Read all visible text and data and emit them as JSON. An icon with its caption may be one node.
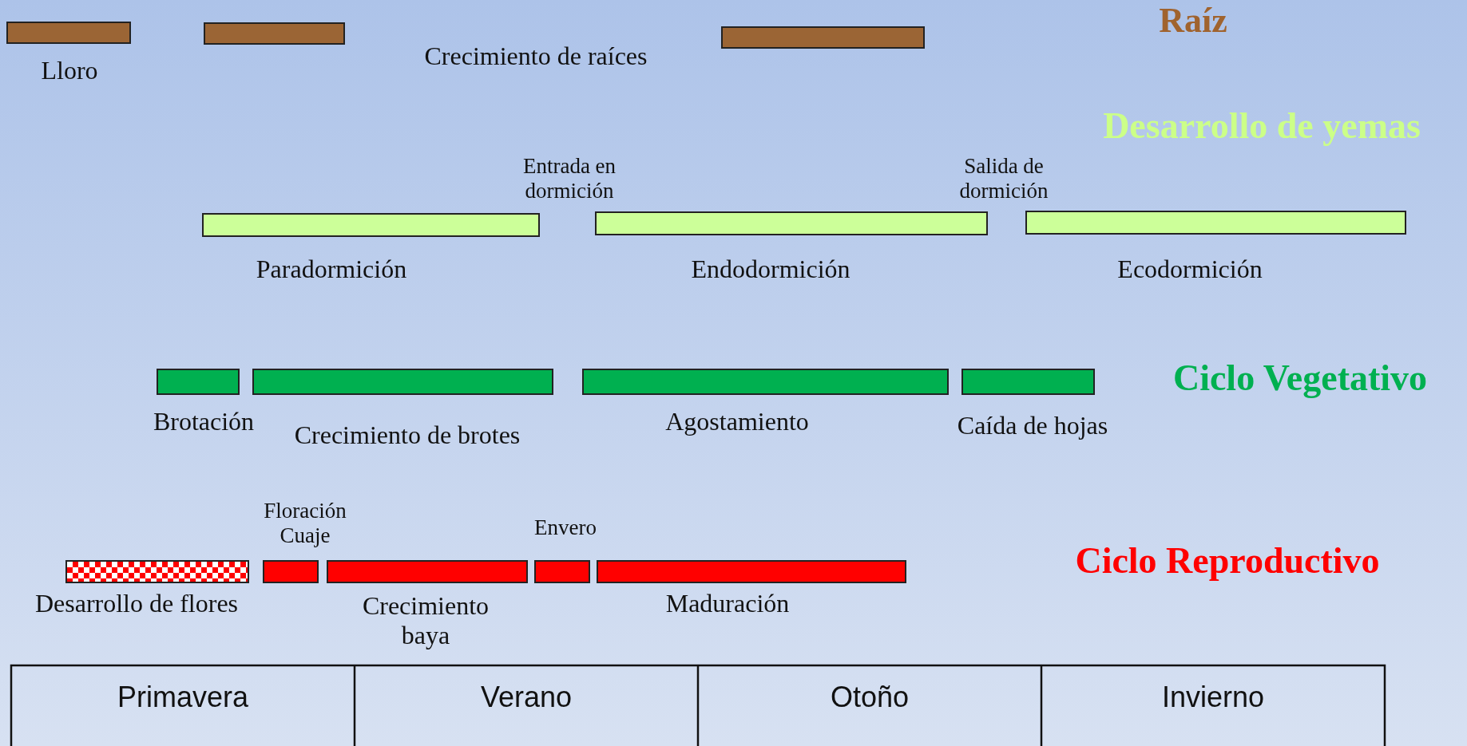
{
  "diagram": {
    "nodes": [
      {
        "text": [],
        "shape": "bar",
        "beside": [
          "Lloro"
        ]
      },
      {
        "text": [],
        "shape": "bar"
      },
      {
        "text": [],
        "shape": "bar"
      },
      {
        "text": [],
        "shape": "bar",
        "beside": [
          "Paradormición"
        ]
      },
      {
        "text": [],
        "shape": "bar",
        "beside": [
          "Endodormición"
        ]
      },
      {
        "text": [],
        "shape": "bar",
        "beside": [
          "Ecodormición"
        ]
      },
      {
        "text": [],
        "shape": "bar",
        "beside": [
          "Brotación"
        ]
      },
      {
        "text": [],
        "shape": "bar",
        "beside": [
          "Crecimiento de brotes"
        ]
      },
      {
        "text": [],
        "shape": "bar",
        "beside": [
          "Agostamiento"
        ]
      },
      {
        "text": [],
        "shape": "bar",
        "beside": [
          "Caída de hojas"
        ]
      },
      {
        "text": [],
        "shape": "bar",
        "beside": [
          "Desarrollo de flores"
        ]
      },
      {
        "text": [],
        "shape": "bar",
        "beside": [
          "Floración Cuaje"
        ]
      },
      {
        "text": [],
        "shape": "bar",
        "beside": [
          "Crecimiento baya"
        ]
      },
      {
        "text": [],
        "shape": "bar",
        "beside": [
          "Envero"
        ]
      },
      {
        "text": [],
        "shape": "bar",
        "beside": [
          "Maduración"
        ]
      }
    ],
    "labels": [
      "Crecimiento de raíces",
      "Raíz",
      "Desarrollo de yemas",
      "Entrada en dormición",
      "Salida de dormición",
      "Ciclo Vegetativo",
      "Ciclo Reproductivo",
      "Primavera",
      "Verano",
      "Otoño",
      "Invierno"
    ]
  }
}
